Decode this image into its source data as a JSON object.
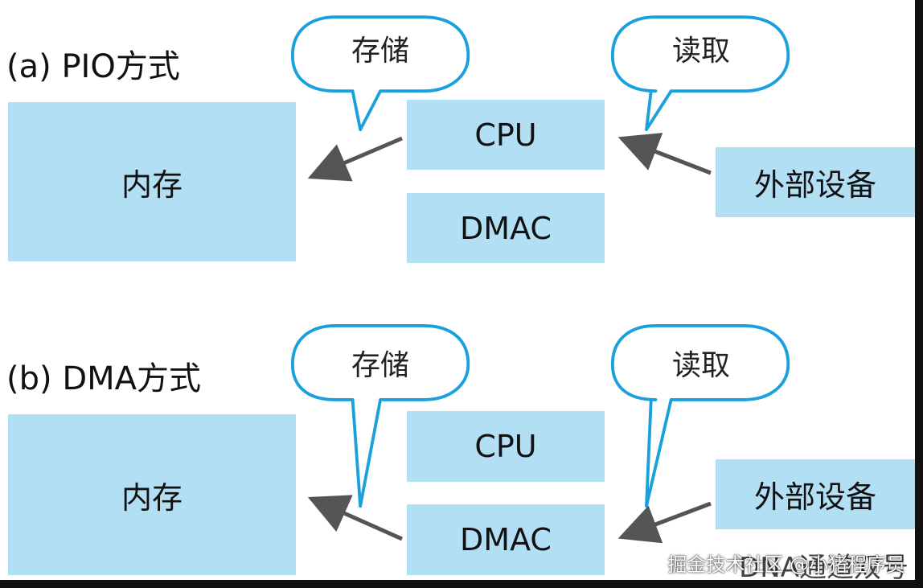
{
  "panel_a": {
    "title": "(a) PIO方式",
    "memory": "内存",
    "cpu": "CPU",
    "dmac": "DMAC",
    "device": "外部设备",
    "bubble_store": "存储",
    "bubble_read": "读取"
  },
  "panel_b": {
    "title": "(b) DMA方式",
    "memory": "内存",
    "cpu": "CPU",
    "dmac": "DMAC",
    "device": "外部设备",
    "bubble_store": "存储",
    "bubble_read": "读取"
  },
  "watermark": {
    "site": "掘金技术社区 @小猪程序员",
    "overlay": "DNA通道双号"
  },
  "colors": {
    "box_fill": "#b3dff4",
    "bubble_stroke": "#1aa0dc",
    "arrow": "#555555"
  }
}
